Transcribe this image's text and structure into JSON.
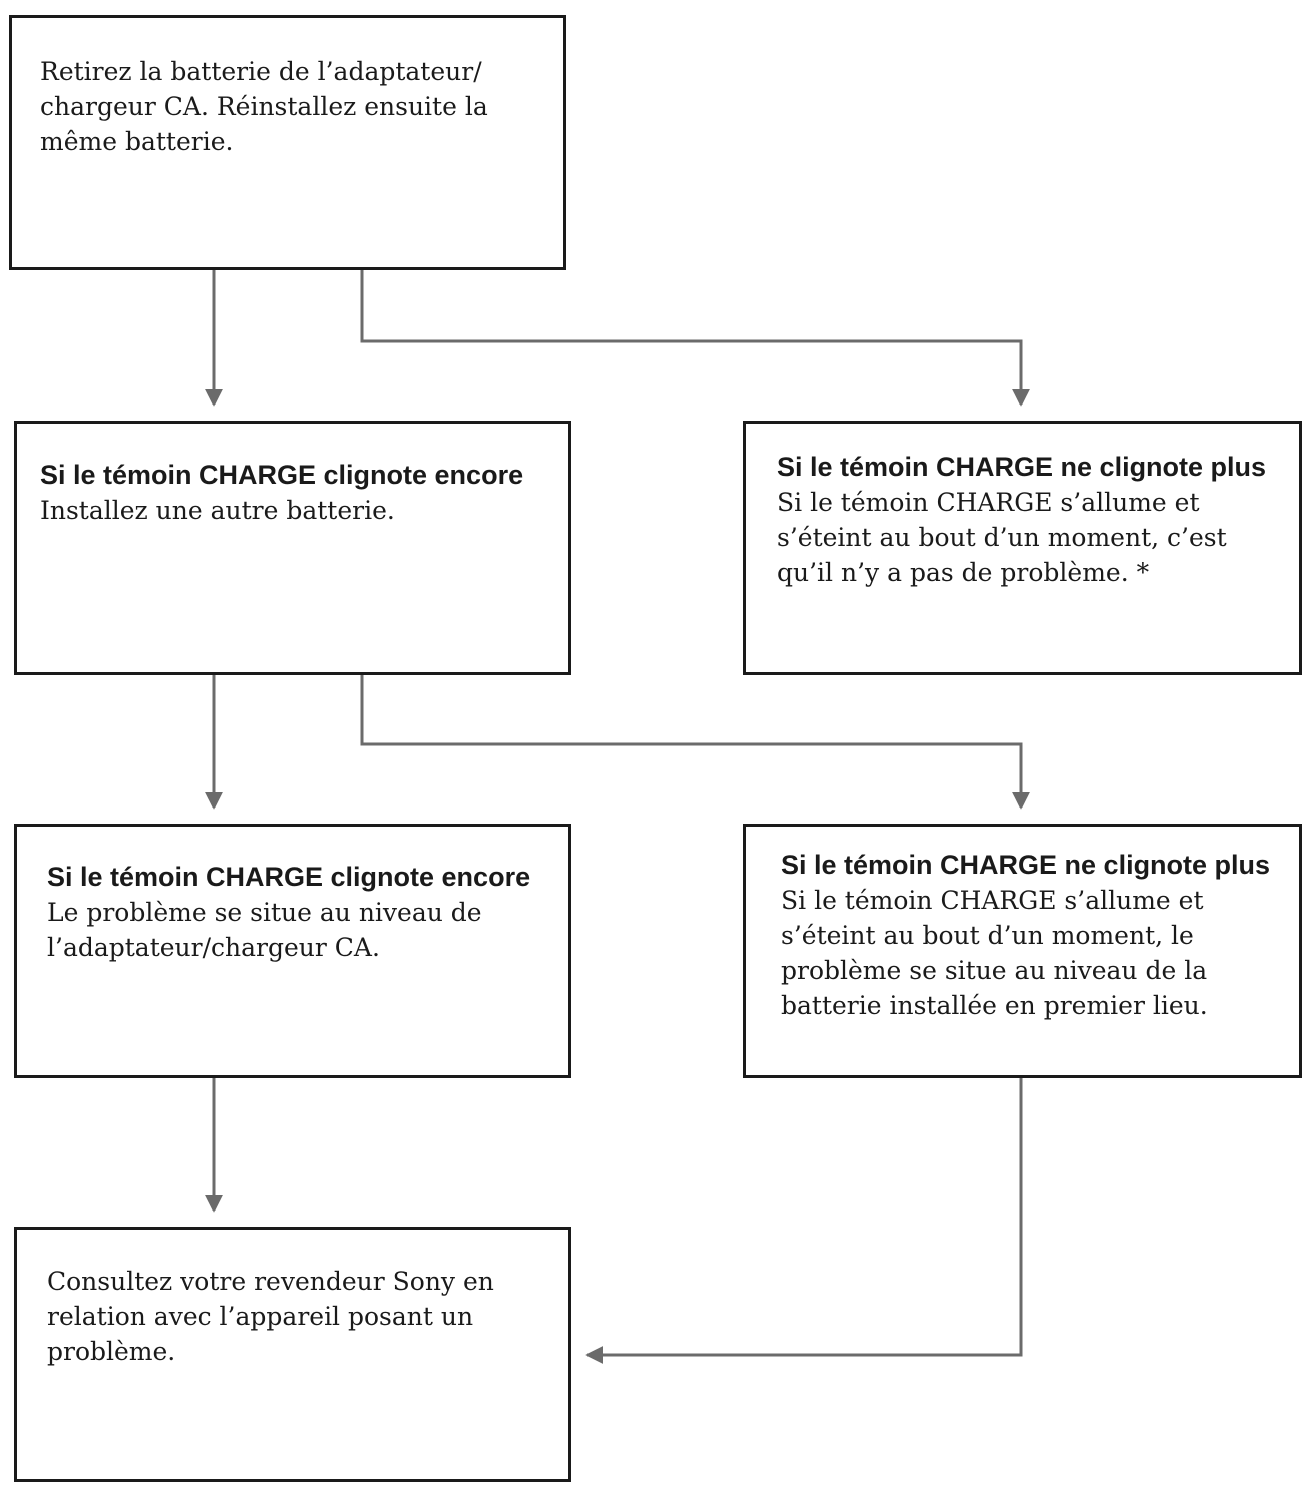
{
  "flowchart": {
    "step_start": {
      "text": "Retirez la batterie de l’adaptateur/ chargeur CA. Réinstallez ensuite la même batterie."
    },
    "branch_still_blinking_1": {
      "heading": "Si le témoin CHARGE clignote encore",
      "text": "Installez une autre batterie."
    },
    "branch_stopped_blinking_1": {
      "heading": "Si le témoin CHARGE ne clignote plus",
      "text": "Si le témoin CHARGE s’allume et s’éteint au bout d’un moment, c’est qu’il n’y a pas de problème. *"
    },
    "branch_still_blinking_2": {
      "heading": "Si le témoin CHARGE clignote encore",
      "text": "Le problème se situe au niveau de l’adaptateur/chargeur CA."
    },
    "branch_stopped_blinking_2": {
      "heading": "Si le témoin CHARGE ne clignote plus",
      "text": "Si le témoin CHARGE s’allume et s’éteint au bout d’un moment, le problème se situe au niveau de la batterie installée en premier lieu."
    },
    "step_end": {
      "text": "Consultez votre revendeur Sony en relation avec l’appareil posant un problème."
    }
  },
  "colors": {
    "box_border": "#1a1a1a",
    "arrow": "#6b6b6b",
    "text": "#1a1a1a"
  }
}
